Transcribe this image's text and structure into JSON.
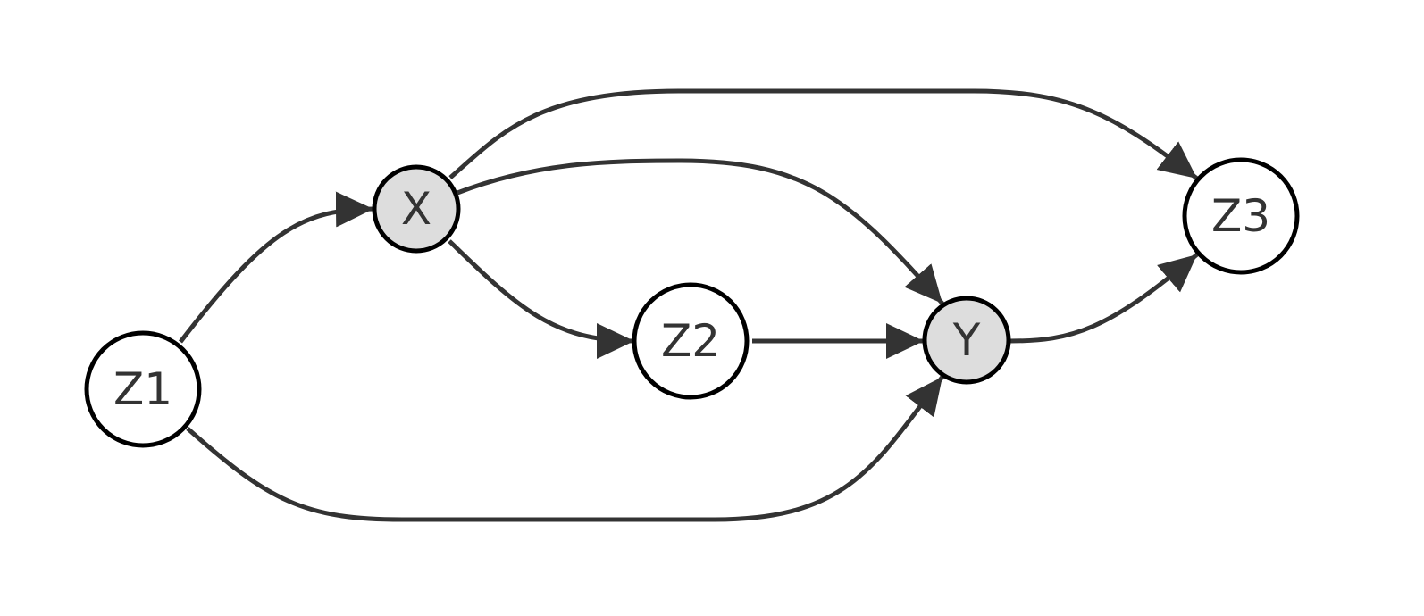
{
  "diagram": {
    "type": "directed-acyclic-graph",
    "colors": {
      "edge": "#333333",
      "node_stroke": "#000000",
      "observed_fill": "#dddddd",
      "latent_fill": "#ffffff"
    },
    "nodes": [
      {
        "id": "Z1",
        "label": "Z1",
        "highlighted": false
      },
      {
        "id": "X",
        "label": "X",
        "highlighted": true
      },
      {
        "id": "Z2",
        "label": "Z2",
        "highlighted": false
      },
      {
        "id": "Y",
        "label": "Y",
        "highlighted": true
      },
      {
        "id": "Z3",
        "label": "Z3",
        "highlighted": false
      }
    ],
    "edges": [
      {
        "from": "Z1",
        "to": "X"
      },
      {
        "from": "X",
        "to": "Z3"
      },
      {
        "from": "X",
        "to": "Y"
      },
      {
        "from": "X",
        "to": "Z2"
      },
      {
        "from": "Z2",
        "to": "Y"
      },
      {
        "from": "Z1",
        "to": "Y"
      },
      {
        "from": "Y",
        "to": "Z3"
      }
    ]
  }
}
